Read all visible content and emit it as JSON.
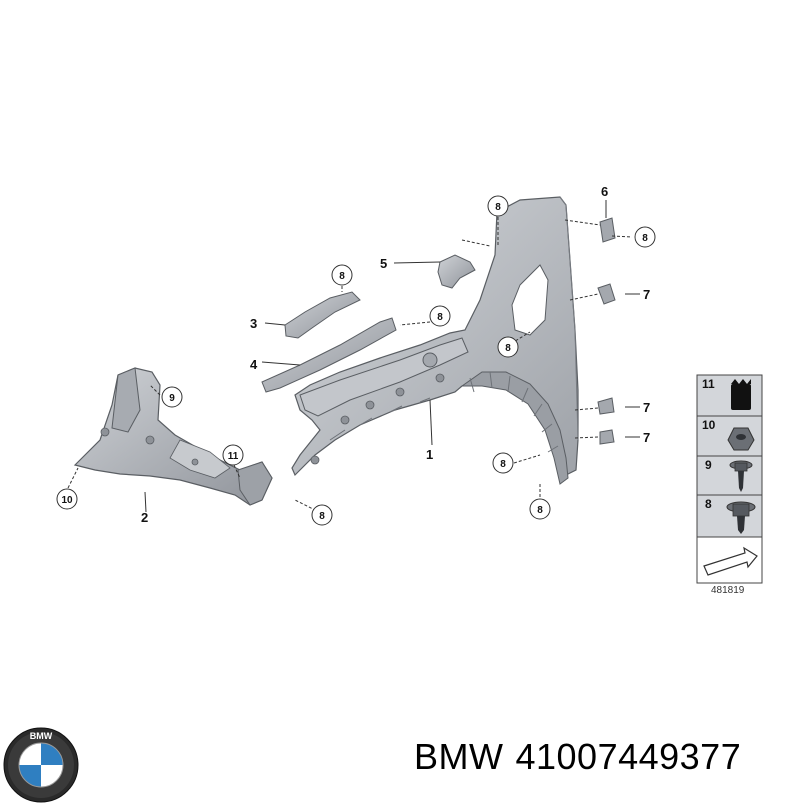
{
  "callouts": {
    "c1": "1",
    "c2": "2",
    "c3": "3",
    "c4": "4",
    "c5": "5",
    "c6": "6",
    "c7a": "7",
    "c7b": "7",
    "c7c": "7",
    "c8a": "8",
    "c8b": "8",
    "c8c": "8",
    "c8d": "8",
    "c8e": "8",
    "c8f": "8",
    "c8g": "8",
    "c8h": "8",
    "c9": "9",
    "c10": "10",
    "c11": "11"
  },
  "legend": {
    "items": [
      "11",
      "10",
      "9",
      "8"
    ]
  },
  "diagram_code": "481819",
  "logo": {
    "letters": "BMW",
    "ring_color": "#2a2a2a",
    "blue": "#2f7fc1",
    "white": "#ffffff"
  },
  "footer": {
    "brand": "BMW",
    "part_number": "41007449377"
  },
  "colors": {
    "part_fill": "#b8bcc2",
    "part_stroke": "#5a5e63",
    "part_shade": "#8e9298",
    "legend_bg": "#d3d6da"
  }
}
